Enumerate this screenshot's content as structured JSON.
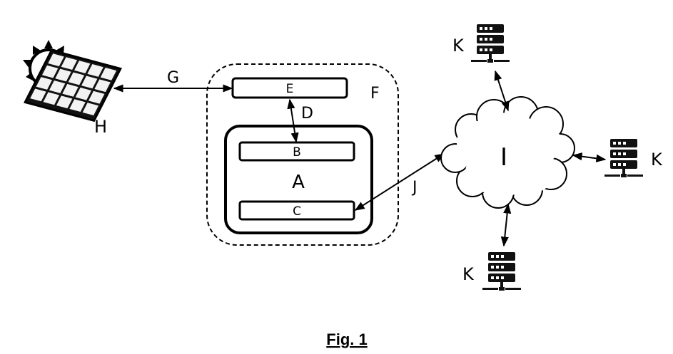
{
  "labels": {
    "a": "A",
    "b": "B",
    "c": "C",
    "d": "D",
    "e": "E",
    "f": "F",
    "g": "G",
    "h": "H",
    "i": "I",
    "j": "J",
    "k_top": "K",
    "k_right": "K",
    "k_bottom": "K"
  },
  "caption": "Fig. 1",
  "icons": {
    "solar": "solar-panel-icon",
    "cloud": "cloud-icon",
    "server": "server-icon"
  }
}
